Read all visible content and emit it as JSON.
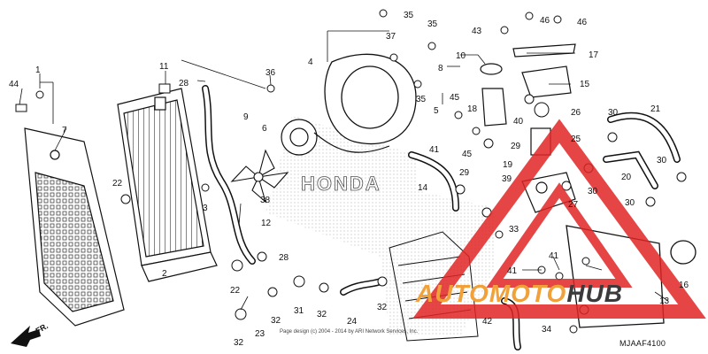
{
  "diagram": {
    "code": "MJAAF4100",
    "copyright": "Page design (c) 2004 - 2014 by ARI Network Services, Inc.",
    "direction_label": "FR.",
    "stamp_text": "HONDA",
    "watermark": {
      "word_a": "AUTOMOTO",
      "word_b": "HUB",
      "color_a": "#f0a13a",
      "color_b": "#3b3b3b",
      "triangle_color": "#e02424"
    },
    "labels": [
      {
        "id": "c1",
        "text": "1"
      },
      {
        "id": "c2",
        "text": "2"
      },
      {
        "id": "c3",
        "text": "3"
      },
      {
        "id": "c4",
        "text": "4"
      },
      {
        "id": "c5",
        "text": "5"
      },
      {
        "id": "c6",
        "text": "6"
      },
      {
        "id": "c7",
        "text": "7"
      },
      {
        "id": "c8",
        "text": "8"
      },
      {
        "id": "c9",
        "text": "9"
      },
      {
        "id": "c10",
        "text": "10"
      },
      {
        "id": "c11",
        "text": "11"
      },
      {
        "id": "c12",
        "text": "12"
      },
      {
        "id": "c13",
        "text": "13"
      },
      {
        "id": "c14",
        "text": "14"
      },
      {
        "id": "c15",
        "text": "15"
      },
      {
        "id": "c16",
        "text": "16"
      },
      {
        "id": "c17",
        "text": "17"
      },
      {
        "id": "c18",
        "text": "18"
      },
      {
        "id": "c19",
        "text": "19"
      },
      {
        "id": "c20",
        "text": "20"
      },
      {
        "id": "c21",
        "text": "21"
      },
      {
        "id": "c22a",
        "text": "22"
      },
      {
        "id": "c22b",
        "text": "22"
      },
      {
        "id": "c23",
        "text": "23"
      },
      {
        "id": "c24",
        "text": "24"
      },
      {
        "id": "c25",
        "text": "25"
      },
      {
        "id": "c26",
        "text": "26"
      },
      {
        "id": "c27",
        "text": "27"
      },
      {
        "id": "c28a",
        "text": "28"
      },
      {
        "id": "c28b",
        "text": "28"
      },
      {
        "id": "c29a",
        "text": "29"
      },
      {
        "id": "c29b",
        "text": "29"
      },
      {
        "id": "c30a",
        "text": "30"
      },
      {
        "id": "c30b",
        "text": "30"
      },
      {
        "id": "c30c",
        "text": "30"
      },
      {
        "id": "c30d",
        "text": "30"
      },
      {
        "id": "c31",
        "text": "31"
      },
      {
        "id": "c32a",
        "text": "32"
      },
      {
        "id": "c32b",
        "text": "32"
      },
      {
        "id": "c32c",
        "text": "32"
      },
      {
        "id": "c32d",
        "text": "32"
      },
      {
        "id": "c33",
        "text": "33"
      },
      {
        "id": "c34",
        "text": "34"
      },
      {
        "id": "c35a",
        "text": "35"
      },
      {
        "id": "c35b",
        "text": "35"
      },
      {
        "id": "c35c",
        "text": "35"
      },
      {
        "id": "c36",
        "text": "36"
      },
      {
        "id": "c37",
        "text": "37"
      },
      {
        "id": "c38",
        "text": "38"
      },
      {
        "id": "c39",
        "text": "39"
      },
      {
        "id": "c40",
        "text": "40"
      },
      {
        "id": "c41a",
        "text": "41"
      },
      {
        "id": "c41b",
        "text": "41"
      },
      {
        "id": "c41c",
        "text": "41"
      },
      {
        "id": "c42",
        "text": "42"
      },
      {
        "id": "c43",
        "text": "43"
      },
      {
        "id": "c44",
        "text": "44"
      },
      {
        "id": "c45a",
        "text": "45"
      },
      {
        "id": "c45b",
        "text": "45"
      },
      {
        "id": "c46a",
        "text": "46"
      },
      {
        "id": "c46b",
        "text": "46"
      }
    ]
  }
}
